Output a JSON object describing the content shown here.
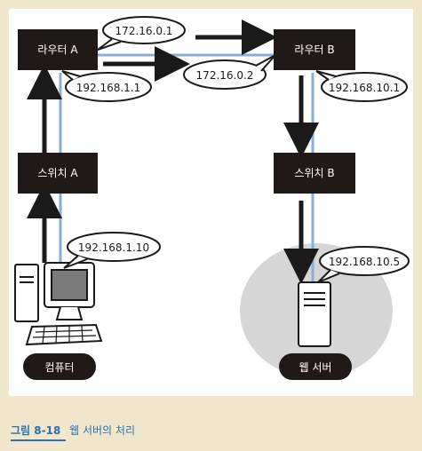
{
  "nodes": {
    "router_a": "라우터 A",
    "router_b": "라우터 B",
    "switch_a": "스위치 A",
    "switch_b": "스위치 B",
    "computer": "컴퓨터",
    "web_server": "웹 서버"
  },
  "ip_labels": {
    "router_a_wan": "172.16.0.1",
    "router_b_wan": "172.16.0.2",
    "router_a_lan": "192.168.1.1",
    "router_b_lan": "192.168.10.1",
    "computer_ip": "192.168.1.10",
    "server_ip": "192.168.10.5"
  },
  "caption": {
    "number": "그림 8-18",
    "title": "웹 서버의 처리"
  },
  "colors": {
    "page_bg": "#f1e7cd",
    "panel_bg": "#ffffff",
    "box_bg": "#1f1a17",
    "link_line": "#8aaed1",
    "arrow": "#1a1a1a",
    "server_zone": "#d6d6d6",
    "caption_accent": "#2a6fb3"
  }
}
